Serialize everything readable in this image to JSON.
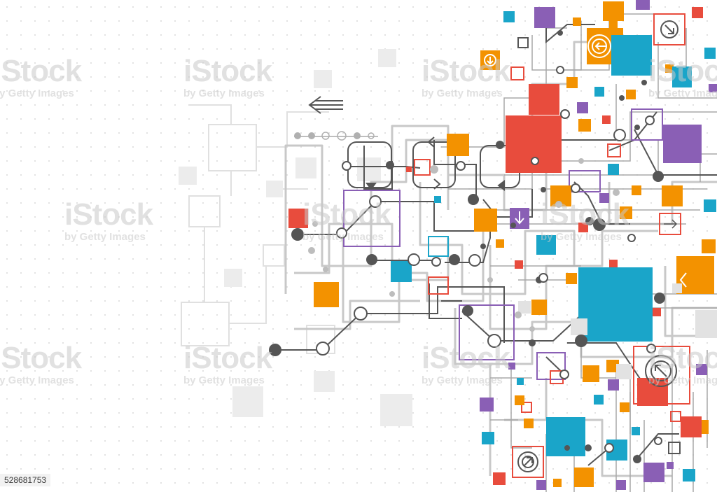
{
  "watermark": {
    "brand": "iStock",
    "tagline": "by Getty Images"
  },
  "image_id": "528681753",
  "colors": {
    "background": "#ffffff",
    "grid_dot": "#d8d8d8",
    "trace_gray": "#9a9a9a",
    "trace_dark": "#4a4a4a",
    "node_dark": "#555555",
    "orange": "#f39200",
    "red": "#e84c3d",
    "blue": "#1aa5c9",
    "purple": "#8a5fb5",
    "light_gray": "#e6e6e6"
  }
}
